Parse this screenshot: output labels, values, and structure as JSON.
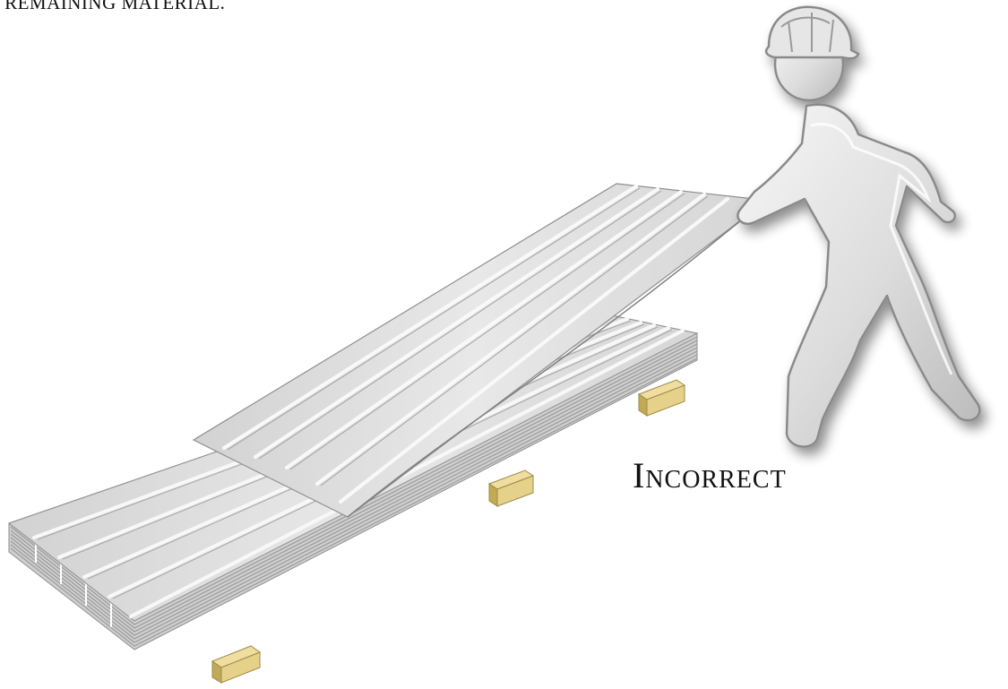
{
  "caption": "E REMAINING MATERIAL.",
  "verdict": "Incorrect",
  "illustration": {
    "subject": "worker dragging a single corrugated metal roof panel off a stacked bundle resting on wooden blocks",
    "worker_icon": "hard-hat-worker-figure",
    "colors": {
      "panel_light": "#e4e4e4",
      "panel_mid": "#c8c8c8",
      "panel_rib": "#f6f6f6",
      "panel_edge": "#8e8e8e",
      "wood_block": "#e6d18a",
      "wood_block_shade": "#c2a955",
      "figure_fill": "#e2e2e2",
      "figure_outline": "#8a8a8a",
      "text": "#111111"
    }
  }
}
